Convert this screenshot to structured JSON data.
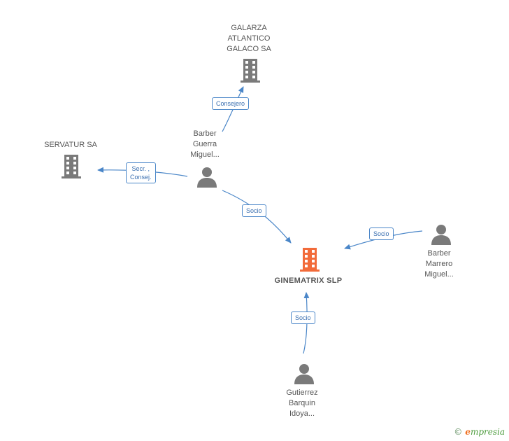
{
  "nodes": {
    "galarza": {
      "label": "GALARZA\nATLANTICO\nGALACO SA"
    },
    "servatur": {
      "label": "SERVATUR SA"
    },
    "barber_guerra": {
      "label": "Barber\nGuerra\nMiguel..."
    },
    "ginematrix": {
      "label": "GINEMATRIX SLP"
    },
    "barber_marrero": {
      "label": "Barber\nMarrero\nMiguel..."
    },
    "gutierrez": {
      "label": "Gutierrez\nBarquin\nIdoya..."
    }
  },
  "edges": {
    "consejero": {
      "label": "Consejero"
    },
    "secr_consej": {
      "label": "Secr. ,\nConsej."
    },
    "socio_guerra": {
      "label": "Socio"
    },
    "socio_marrero": {
      "label": "Socio"
    },
    "socio_gutierrez": {
      "label": "Socio"
    }
  },
  "colors": {
    "company": "#7a7a7a",
    "main_company": "#f26b3a",
    "person": "#7a7a7a",
    "edge": "#4a86c8"
  },
  "footer": {
    "copyright": "©",
    "brand_e": "e",
    "brand_rest": "mpresia"
  }
}
